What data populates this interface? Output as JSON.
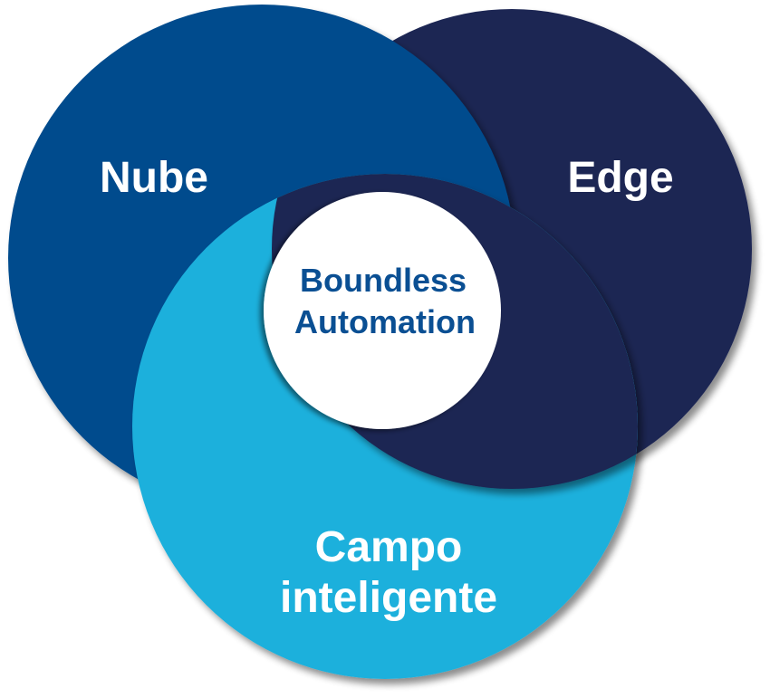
{
  "diagram": {
    "type": "venn",
    "sets": [
      {
        "id": "nube",
        "label": "Nube",
        "color": "#024b8d"
      },
      {
        "id": "edge",
        "label": "Edge",
        "color": "#1c2553"
      },
      {
        "id": "campo",
        "label_lines": [
          "Campo",
          "inteligente"
        ],
        "color": "#1fb0dc"
      }
    ],
    "center": {
      "label_lines": [
        "Boundless",
        "Automation"
      ],
      "fill": "#ffffff",
      "text_color": "#0a4f93"
    },
    "label_color": "#ffffff"
  }
}
